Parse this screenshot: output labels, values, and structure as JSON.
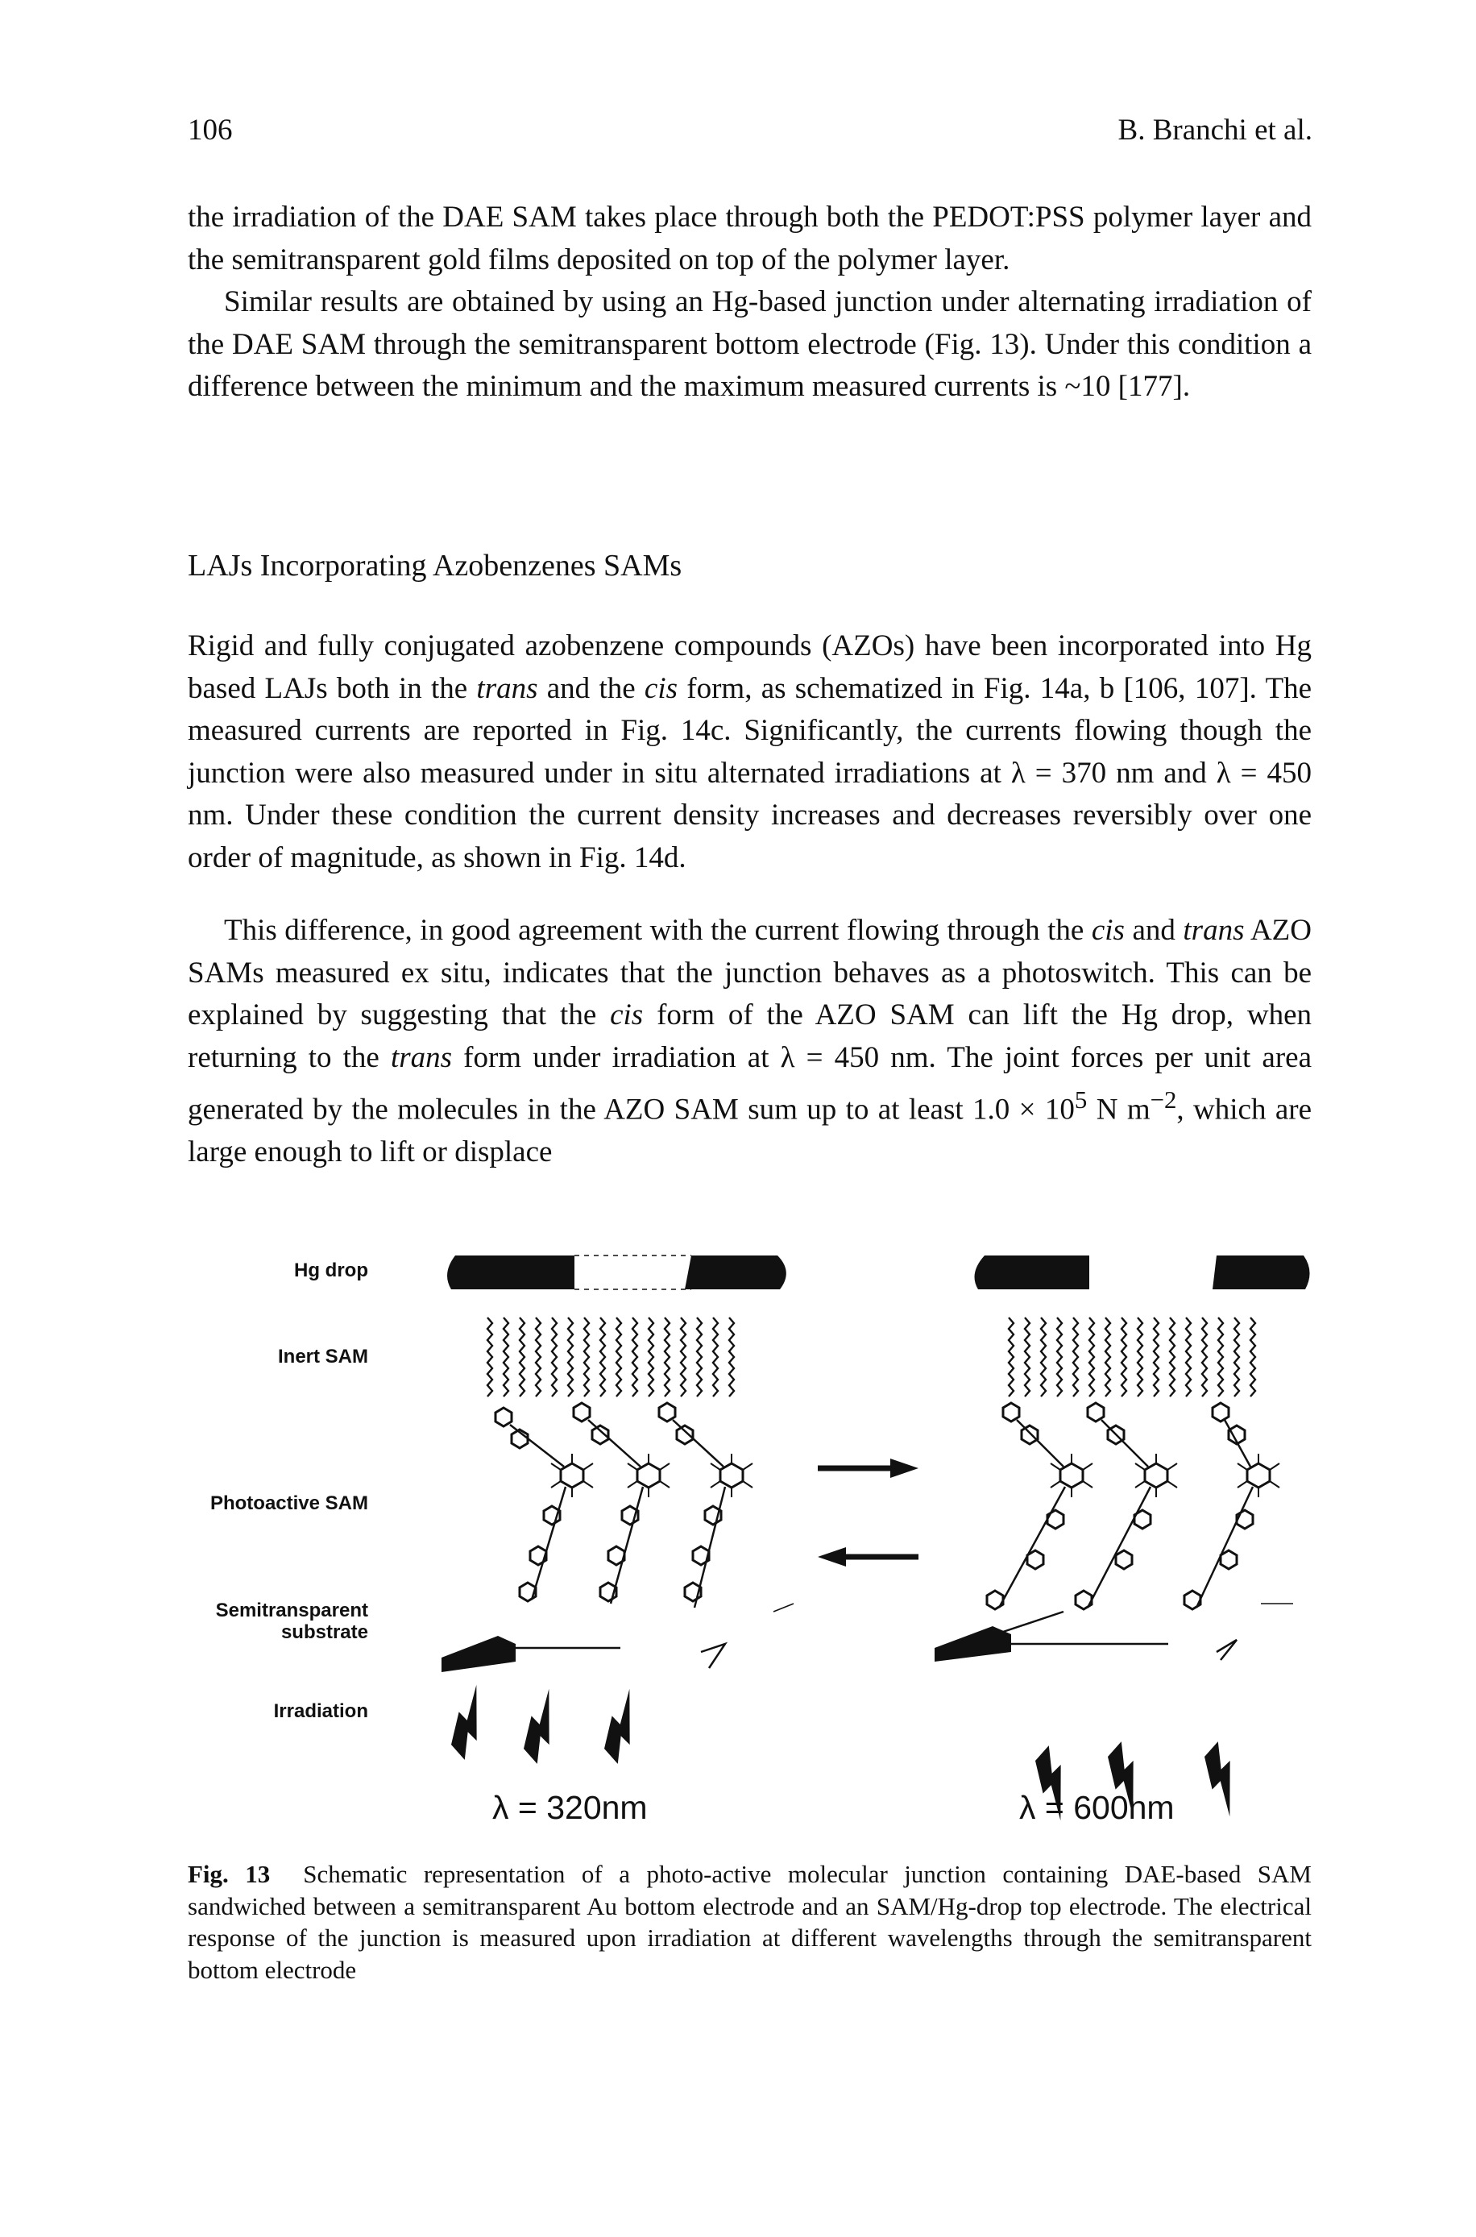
{
  "header": {
    "page_number": "106",
    "running_head": "B. Branchi et al."
  },
  "body": {
    "para1": "the irradiation of the DAE SAM takes place through both the PEDOT:PSS polymer layer and the semitransparent gold films deposited on top of the polymer layer.",
    "para2": "Similar results are obtained by using an Hg-based junction under alternating irradiation of the DAE SAM through the semitransparent bottom electrode (Fig. 13). Under this condition a difference between the minimum and the maximum measured currents is ~10 [177].",
    "section_heading": "LAJs Incorporating Azobenzenes SAMs",
    "para3": {
      "s1": "Rigid and fully conjugated azobenzene compounds (AZOs) have been incorporated into Hg based LAJs both in the ",
      "trans": "trans",
      "s2": " and the ",
      "cis": "cis",
      "s3": " form, as schematized in Fig. 14a, b [106, 107]. The measured currents are reported in Fig. 14c. Significantly, the currents flowing though the junction were also measured under in situ alternated irradiations at λ = 370 nm and λ = 450 nm. Under these condition the current density increases and decreases reversibly over one order of magnitude, as shown in Fig. 14d."
    },
    "para4": {
      "s1": "This difference, in good agreement with the current flowing through the ",
      "cis1": "cis",
      "s2": " and ",
      "trans1": "trans",
      "s3": " AZO SAMs measured ex situ, indicates that the junction behaves as a photoswitch. This can be explained by suggesting that the ",
      "cis2": "cis",
      "s4": " form of the AZO SAM can lift the Hg drop, when returning to the ",
      "trans2": "trans",
      "s5": " form under irradiation at λ = 450 nm. The joint forces per unit area generated by the molecules in the AZO SAM sum up to at least 1.0 × 10",
      "exp1": "5",
      "s6": " N m",
      "exp2": "−2",
      "s7": ", which are large enough to lift or displace"
    }
  },
  "figure": {
    "labels": {
      "hg_drop": "Hg drop",
      "inert_sam": "Inert SAM",
      "photoactive_sam": "Photoactive SAM",
      "substrate_line1": "Semitransparent",
      "substrate_line2": "substrate",
      "irradiation": "Irradiation"
    },
    "left_wavelength": "λ = 320nm",
    "right_wavelength": "λ = 600nm"
  },
  "caption": {
    "label": "Fig. 13",
    "text": "Schematic representation of a photo-active molecular junction containing DAE-based SAM sandwiched between a semitransparent Au bottom electrode and an SAM/Hg-drop top electrode. The electrical response of the junction is measured upon irradiation at different wavelengths through the semitransparent bottom electrode"
  }
}
